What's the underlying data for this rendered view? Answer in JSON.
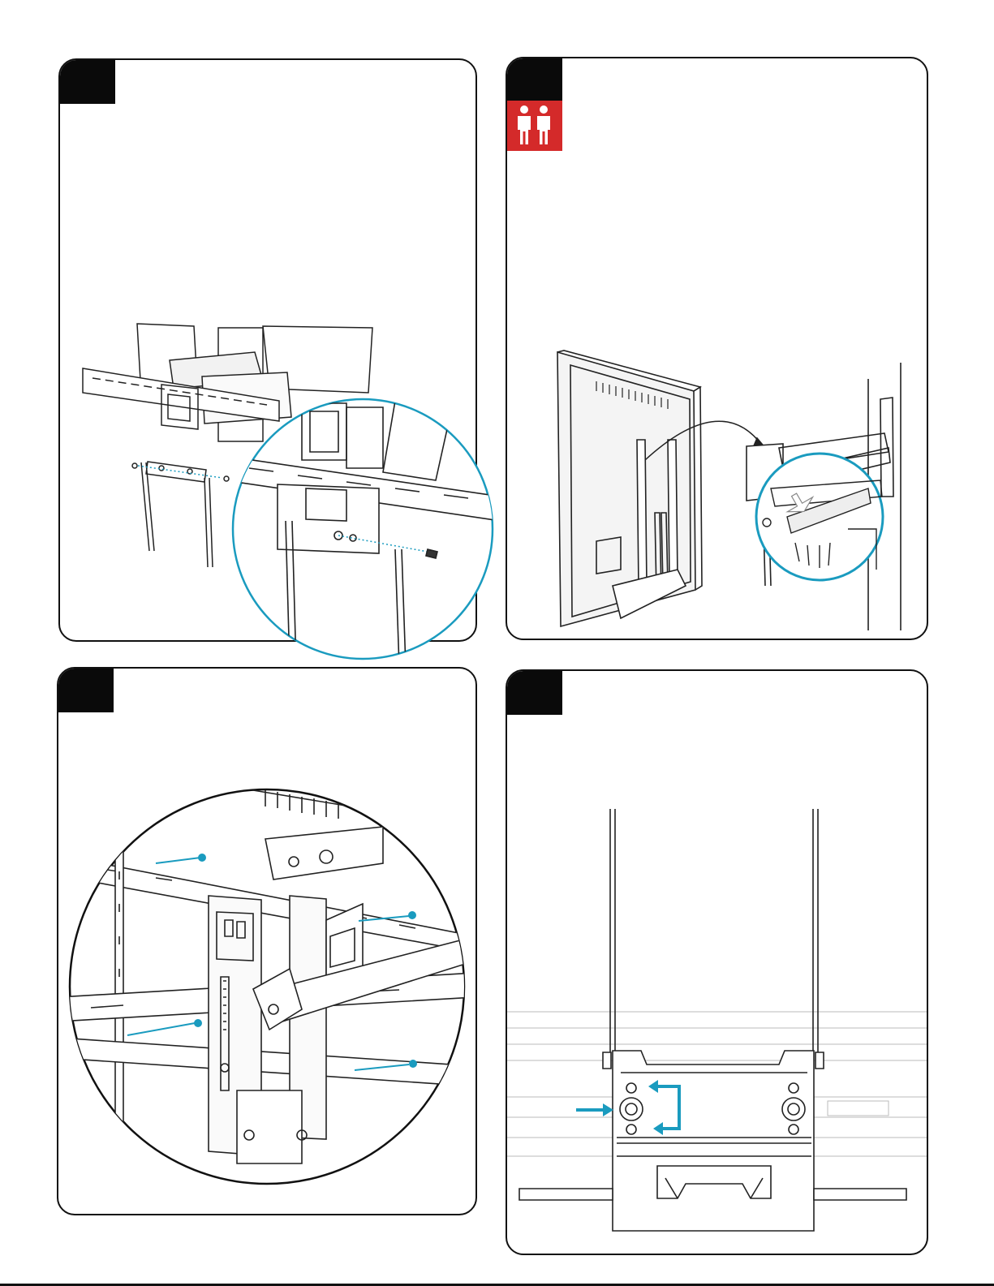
{
  "page": {
    "panels": [
      {
        "id": "top-left",
        "step_number": "",
        "illustration": "bracket-arms-attachment-with-zoom-circle"
      },
      {
        "id": "top-right",
        "step_number": "",
        "illustration": "tv-hang-on-wall-plate-with-zoom-circle",
        "warning_icon": "two-person-lift-icon"
      },
      {
        "id": "bottom-left",
        "step_number": "",
        "illustration": "safety-screws-install-zoom"
      },
      {
        "id": "bottom-right",
        "step_number": "",
        "illustration": "level-adjustment-detail"
      }
    ],
    "colors": {
      "outline": "#111111",
      "step_tab": "#0a0a0a",
      "warning": "#d42a2a",
      "highlight": "#1a9bbf"
    }
  }
}
